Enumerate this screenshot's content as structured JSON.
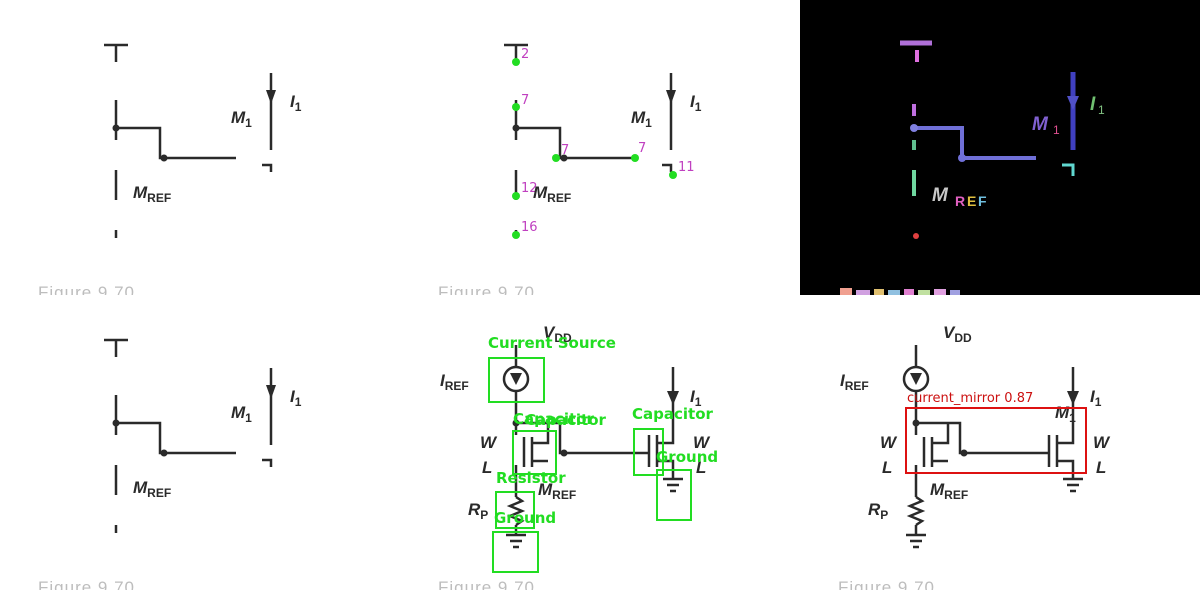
{
  "figure_caption": "Figure 9.70",
  "labels": {
    "m1": "M",
    "m1_sub": "1",
    "i1": "I",
    "i1_sub": "1",
    "mref": "M",
    "mref_sub": "REF",
    "vdd": "V",
    "vdd_sub": "DD",
    "iref": "I",
    "iref_sub": "REF",
    "rp": "R",
    "rp_sub": "P",
    "wl": "W",
    "wl_den": "L"
  },
  "keypoints": [
    {
      "label": "2"
    },
    {
      "label": "7"
    },
    {
      "label": "7"
    },
    {
      "label": "7"
    },
    {
      "label": "11"
    },
    {
      "label": "12"
    },
    {
      "label": "16"
    }
  ],
  "detections": [
    {
      "label": "Current Source"
    },
    {
      "label": "Capacitor"
    },
    {
      "label": "Capacitor"
    },
    {
      "label": "Capacitor"
    },
    {
      "label": "Resistor"
    },
    {
      "label": "Ground"
    },
    {
      "label": "Ground"
    }
  ],
  "current_mirror": {
    "label": "current_mirror",
    "score": "0.87"
  },
  "colors": {
    "detection": "#22dd22",
    "mirror_box": "#dd1111",
    "keypoint": "#22dd22",
    "keypoint_label": "#c040c0"
  }
}
